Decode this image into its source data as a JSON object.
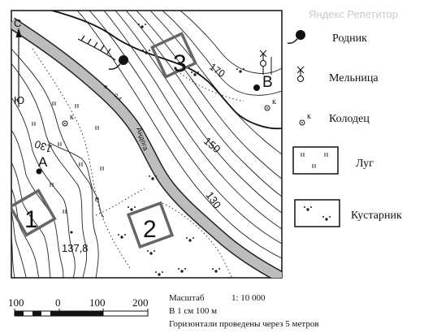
{
  "watermark": "Яндекс Репетитор",
  "north_arrow": {
    "north": "С",
    "south": "Ю"
  },
  "points": {
    "A": "A",
    "B": "B"
  },
  "plots": {
    "p1": "1",
    "p2": "2",
    "p3": "3"
  },
  "contours": {
    "c170": "170",
    "c150": "150",
    "c130": "130",
    "c130b": "130"
  },
  "river": {
    "name": "Андога",
    "current": "0,4"
  },
  "spot_height": "137,8",
  "well_marks": {
    "w1": "к",
    "w2": "к"
  },
  "legend": {
    "spring": "Родник",
    "mill": "Мельница",
    "well": "Колодец",
    "well_mark": "к",
    "meadow": "Луг",
    "shrub": "Кустарник"
  },
  "scale_bar": {
    "ticks": [
      "100",
      "0",
      "100",
      "200"
    ]
  },
  "scale_text": {
    "title": "Масштаб",
    "ratio": "1: 10 000",
    "cm": "В 1 см 100 м",
    "contour": "Горизонтали проведены через 5 метров"
  }
}
